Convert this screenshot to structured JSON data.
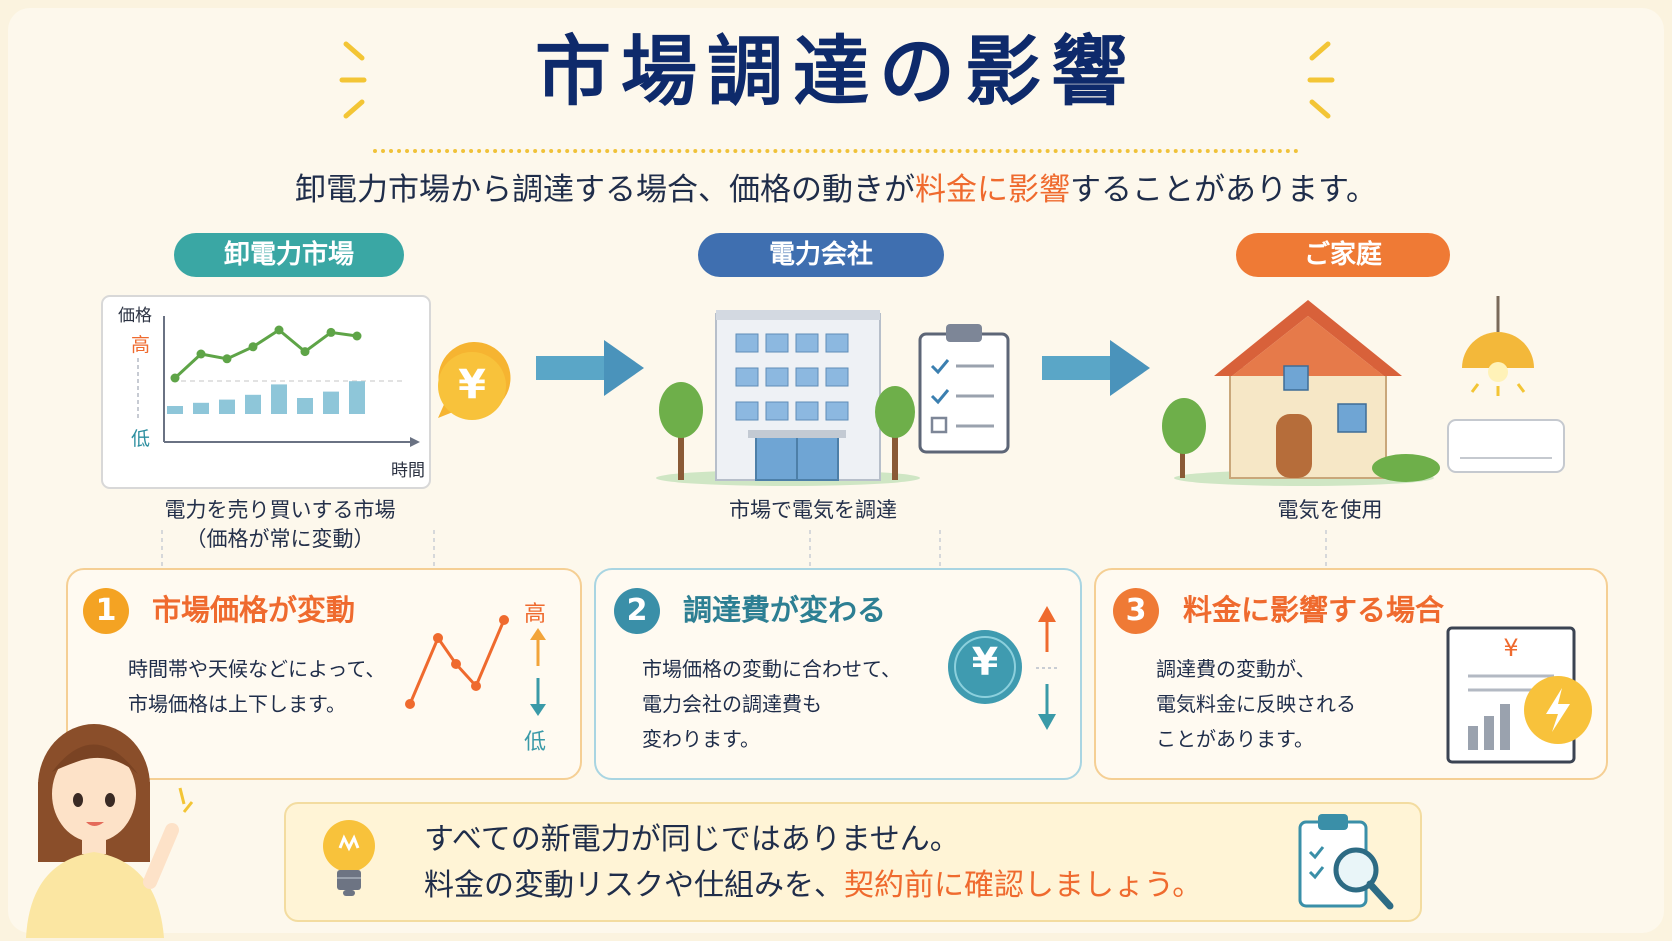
{
  "title": "市場調達の影響",
  "subtitle": {
    "before": "卸電力市場から調達する場合、価格の動きが",
    "highlight": "料金に影響",
    "after": "することがあります。"
  },
  "stages": [
    {
      "label": "卸電力市場",
      "color": "#3aa7a4",
      "caption_line1": "電力を売り買いする市場",
      "caption_line2": "（価格が常に変動）"
    },
    {
      "label": "電力会社",
      "color": "#3f6fb0",
      "caption_line1": "市場で電気を調達"
    },
    {
      "label": "ご家庭",
      "color": "#ef7a35",
      "caption_line1": "電気を使用"
    }
  ],
  "market_chart": {
    "ylabel": "価格",
    "high": "高",
    "low": "低",
    "xlabel": "時間",
    "yen": "¥",
    "line_values": [
      3,
      5,
      4.6,
      5.6,
      7,
      5.2,
      6.8,
      6.5
    ],
    "bar_values": [
      1,
      1.4,
      1.8,
      2.4,
      3.7,
      2.0,
      2.8,
      4.1
    ]
  },
  "cards": [
    {
      "num": "1",
      "title": "市場価格が変動",
      "line1": "時間帯や天候などによって、",
      "line2": "市場価格は上下します。",
      "high": "高",
      "low": "低",
      "accent": "#f4a323",
      "title_color": "#ef6a2e"
    },
    {
      "num": "2",
      "title": "調達費が変わる",
      "line1": "市場価格の変動に合わせて、",
      "line2": "電力会社の調達費も",
      "line3": "変わります。",
      "yen": "¥",
      "accent": "#3a8fa8",
      "title_color": "#2d7f93"
    },
    {
      "num": "3",
      "title": "料金に影響する場合",
      "line1": "調達費の変動が、",
      "line2": "電気料金に反映される",
      "line3": "ことがあります。",
      "yen": "¥",
      "accent": "#ef7a35",
      "title_color": "#ef6a2e"
    }
  ],
  "note": {
    "line1": "すべての新電力が同じではありません。",
    "line2_before": "料金の変動リスクや仕組みを、",
    "line2_highlight": "契約前に確認しましょう。"
  }
}
